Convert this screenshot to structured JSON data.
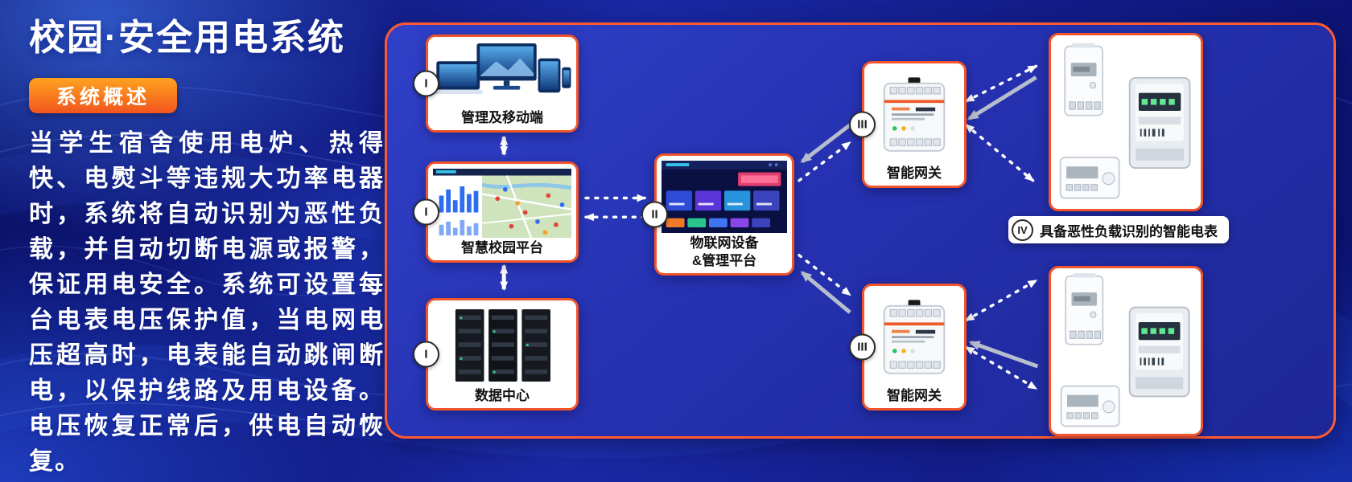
{
  "header": {
    "title": "校园·安全用电系统",
    "badge": "系统概述"
  },
  "overview": {
    "text": "当学生宿舍使用电炉、热得快、电熨斗等违规大功率电器时，系统将自动识别为恶性负载，并自动切断电源或报警，保证用电安全。系统可设置每台电表电压保护值，当电网电压超高时，电表能自动跳闸断电，以保护线路及用电设备。电压恢复正常后，供电自动恢复。"
  },
  "diagram": {
    "management": {
      "numeral": "I",
      "label": "管理及移动端"
    },
    "campus_platform": {
      "numeral": "I",
      "label": "智慧校园平台"
    },
    "data_center": {
      "numeral": "I",
      "label": "数据中心"
    },
    "iot_platform": {
      "numeral": "II",
      "label_line1": "物联网设备",
      "label_line2": "&管理平台"
    },
    "gateway_top": {
      "numeral": "III",
      "label": "智能网关"
    },
    "gateway_bottom": {
      "numeral": "III",
      "label": "智能网关"
    },
    "smart_meters": {
      "numeral": "IV",
      "label": "具备恶性负载识别的智能电表"
    }
  },
  "colors": {
    "accent_orange": "#f2552b",
    "badge_orange_top": "#ffa21f",
    "badge_orange_bottom": "#f2551e",
    "panel_blue": "#2531b0",
    "background_navy": "#0a1166"
  }
}
